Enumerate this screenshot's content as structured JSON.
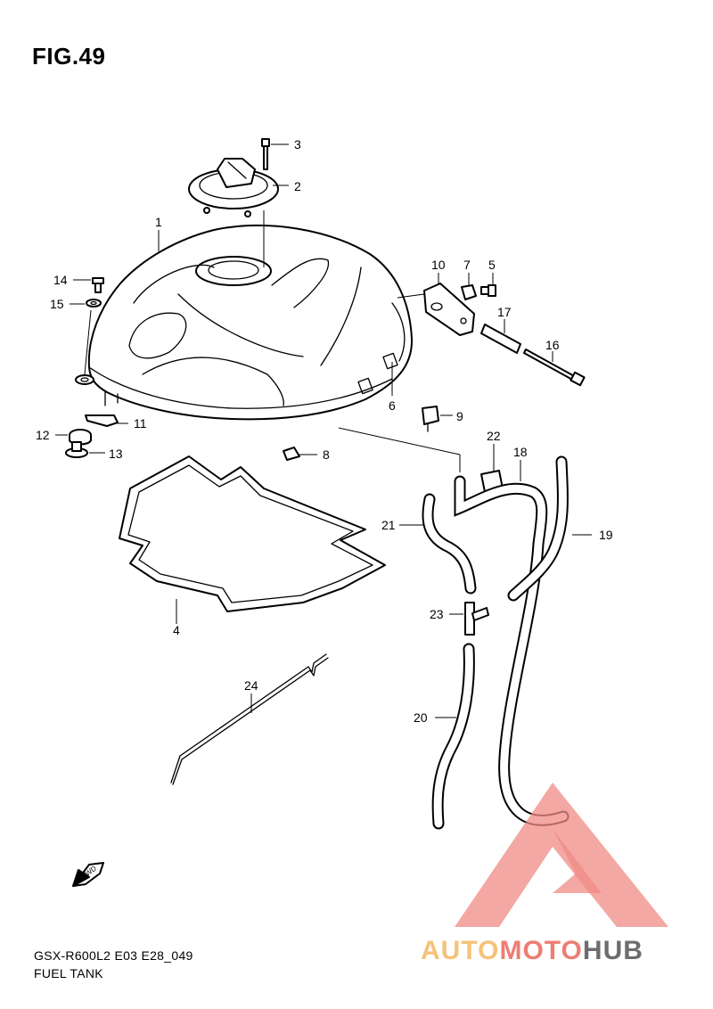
{
  "figure": {
    "title": "FIG.49",
    "model_code": "GSX-R600L2 E03 E28_049",
    "caption": "FUEL TANK",
    "fwd_label": "FWD"
  },
  "callouts": [
    "1",
    "2",
    "3",
    "4",
    "5",
    "6",
    "7",
    "8",
    "9",
    "10",
    "11",
    "12",
    "13",
    "14",
    "15",
    "16",
    "17",
    "18",
    "19",
    "20",
    "21",
    "22",
    "23",
    "24"
  ],
  "watermark": {
    "part1": "AUTO",
    "part2": "MOTO",
    "part3": "HUB",
    "colors": {
      "auto": "#f6c27a",
      "moto": "#ee7d74",
      "hub": "#6d6d6d",
      "triangle": "#f08b86"
    }
  }
}
